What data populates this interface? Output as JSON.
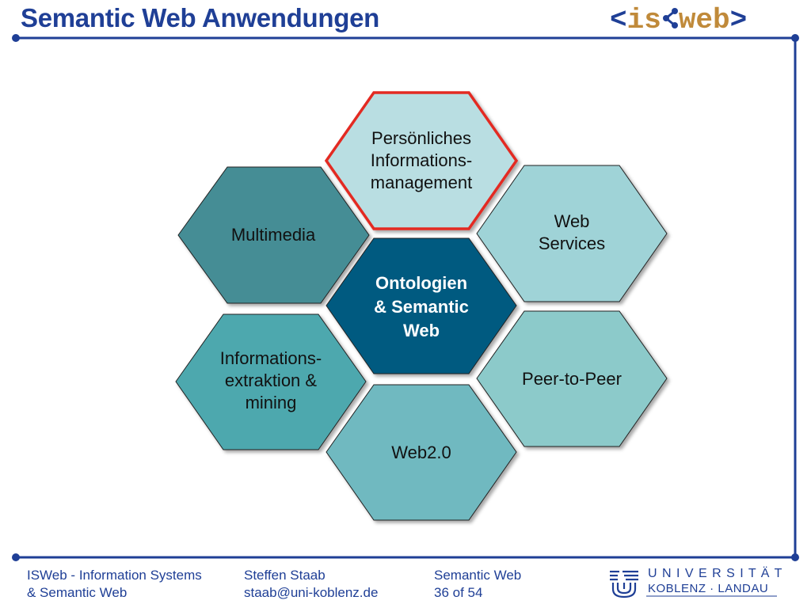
{
  "header": {
    "title": "Semantic Web Anwendungen",
    "logo": {
      "open": "<",
      "left": "is",
      "right": "web",
      "close": ">"
    }
  },
  "diagram": {
    "center": {
      "lines": [
        "Ontologien",
        "& Semantic",
        "Web"
      ],
      "color": "#005a80"
    },
    "hexagons": [
      {
        "id": "pim",
        "lines": [
          "Persönliches",
          "Informations-",
          "management"
        ],
        "color": "#b9dee2",
        "highlighted": true
      },
      {
        "id": "multimedia",
        "lines": [
          "Multimedia"
        ],
        "color": "#448d95",
        "highlighted": false
      },
      {
        "id": "webservices",
        "lines": [
          "Web",
          "Services"
        ],
        "color": "#9fd3d7",
        "highlighted": false
      },
      {
        "id": "ie",
        "lines": [
          "Informations-",
          "extraktion &",
          "mining"
        ],
        "color": "#4da8ae",
        "highlighted": false
      },
      {
        "id": "p2p",
        "lines": [
          "Peer-to-Peer"
        ],
        "color": "#8ccaca",
        "highlighted": false
      },
      {
        "id": "web20",
        "lines": [
          "Web2.0"
        ],
        "color": "#6fb9c0",
        "highlighted": false
      }
    ],
    "highlight_color": "#e32b22"
  },
  "footer": {
    "org_line1": "ISWeb - Information Systems",
    "org_line2": "& Semantic Web",
    "author": "Steffen Staab",
    "email": "staab@uni-koblenz.de",
    "course": "Semantic Web",
    "page": "36 of 54",
    "university_line1": "U N I V E R S I T Ä T",
    "university_line2": "KOBLENZ · LANDAU"
  }
}
